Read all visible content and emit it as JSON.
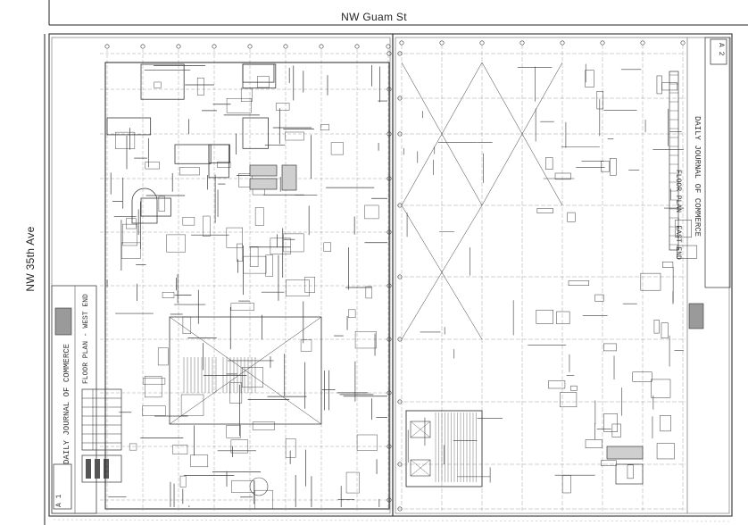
{
  "streets": {
    "top": "NW Guam St",
    "left": "NW 35th Ave"
  },
  "west_sheet": {
    "title_line1": "DAILY JOURNAL OF COMMERCE",
    "title_line2": "FLOOR PLAN - WEST END",
    "sheet_number": "A 1"
  },
  "east_sheet": {
    "title_line1": "DAILY JOURNAL OF COMMERCE",
    "title_line2": "FLOOR PLAN - EAST END",
    "sheet_number": "A 2"
  },
  "colors": {
    "ink": "#3a3a3a",
    "faint_ink": "#8a8a8a",
    "paper": "#ffffff"
  }
}
